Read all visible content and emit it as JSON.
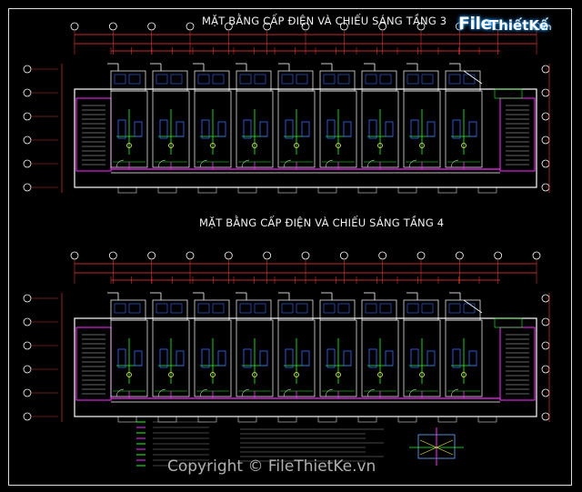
{
  "drawing": {
    "title_floor3": "MẶT BẰNG CẤP ĐIỆN VÀ CHIẾU SÁNG TẦNG 3",
    "title_floor4": "MẶT BẰNG CẤP ĐIỆN VÀ CHIẾU SÁNG TẦNG 4",
    "copyright": "Copyright © FileThietKe.vn"
  },
  "logo": {
    "file": "File",
    "thiet": "ThiếtKế",
    "vn": ".vn"
  },
  "colors": {
    "background": "#000000",
    "wall": "#ffffff",
    "dimension": "#ff3b3b",
    "circuit": "#ff2bff",
    "lighting": "#22ff22",
    "fixture": "#3b6bff",
    "text": "#ffee58"
  }
}
